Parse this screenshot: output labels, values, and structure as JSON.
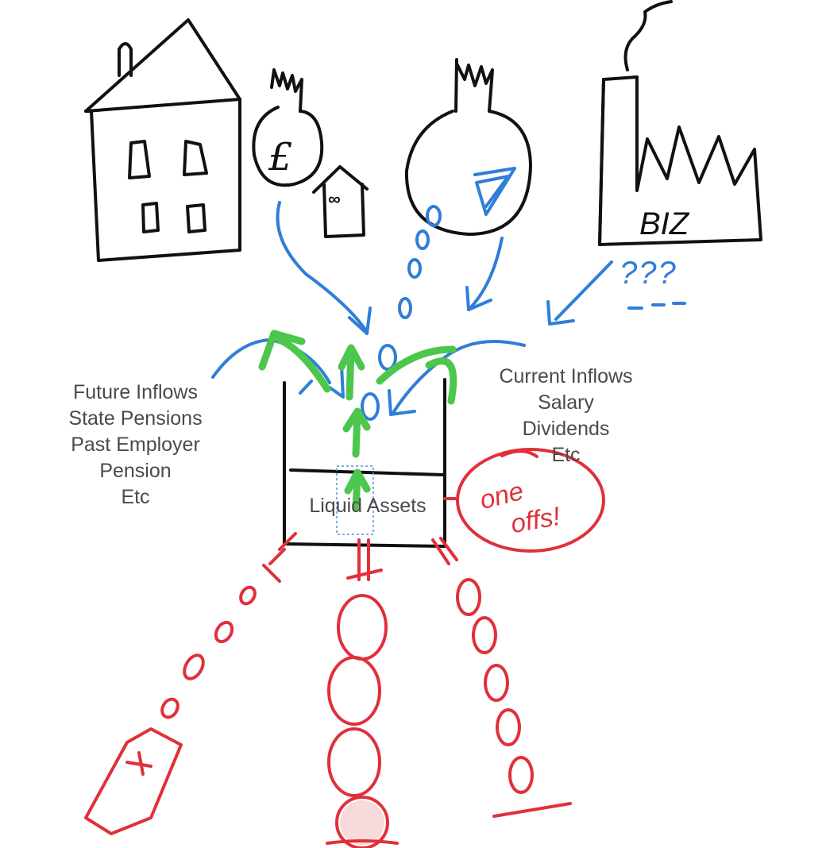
{
  "labels": {
    "future_inflows": [
      "Future Inflows",
      "State Pensions",
      "Past Employer",
      "Pension",
      "Etc"
    ],
    "current_inflows": [
      "Current Inflows",
      "Salary",
      "Dividends",
      "Etc"
    ],
    "liquid_assets": "Liquid Assets"
  },
  "handwriting": {
    "one_off_line1": "one",
    "one_off_line2": "offs!",
    "unknown": "???",
    "business": "BIZ",
    "infinity": "∞",
    "pound": "£"
  },
  "colors": {
    "ink": "#111111",
    "inflow_blue": "#2f7ed8",
    "growth_green": "#4cc64c",
    "outflow_red": "#e0303a",
    "label_grey": "#4a4a4a"
  }
}
